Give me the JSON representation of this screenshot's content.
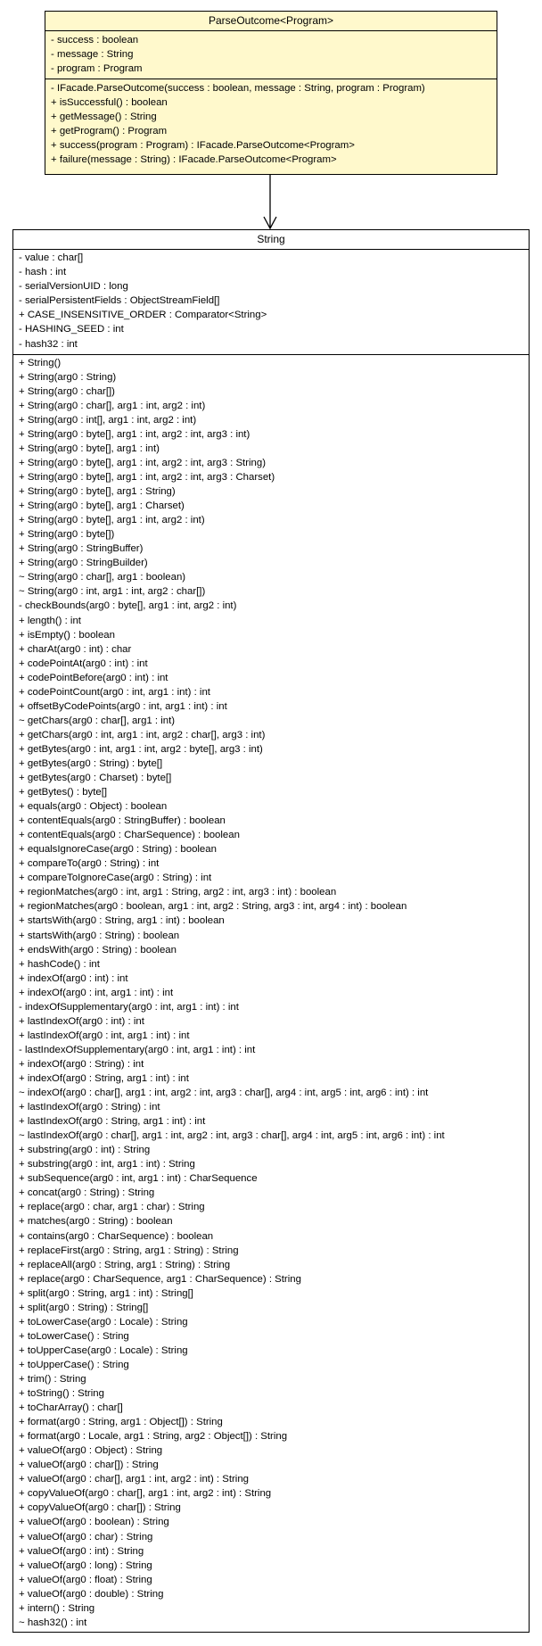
{
  "parse_outcome": {
    "title": "ParseOutcome<Program>",
    "fields": [
      "- success : boolean",
      "- message : String",
      "- program : Program"
    ],
    "methods": [
      "- IFacade.ParseOutcome(success : boolean, message : String, program : Program)",
      "+ isSuccessful() : boolean",
      "+ getMessage() : String",
      "+ getProgram() : Program",
      "+ success(program : Program) : IFacade.ParseOutcome<Program>",
      "+ failure(message : String) : IFacade.ParseOutcome<Program>"
    ]
  },
  "string_class": {
    "title": "String",
    "fields": [
      "- value : char[]",
      "- hash : int",
      "- serialVersionUID : long",
      "- serialPersistentFields : ObjectStreamField[]",
      "+ CASE_INSENSITIVE_ORDER : Comparator<String>",
      "- HASHING_SEED : int",
      "- hash32 : int"
    ],
    "methods": [
      "+ String()",
      "+ String(arg0 : String)",
      "+ String(arg0 : char[])",
      "+ String(arg0 : char[], arg1 : int, arg2 : int)",
      "+ String(arg0 : int[], arg1 : int, arg2 : int)",
      "+ String(arg0 : byte[], arg1 : int, arg2 : int, arg3 : int)",
      "+ String(arg0 : byte[], arg1 : int)",
      "+ String(arg0 : byte[], arg1 : int, arg2 : int, arg3 : String)",
      "+ String(arg0 : byte[], arg1 : int, arg2 : int, arg3 : Charset)",
      "+ String(arg0 : byte[], arg1 : String)",
      "+ String(arg0 : byte[], arg1 : Charset)",
      "+ String(arg0 : byte[], arg1 : int, arg2 : int)",
      "+ String(arg0 : byte[])",
      "+ String(arg0 : StringBuffer)",
      "+ String(arg0 : StringBuilder)",
      "~ String(arg0 : char[], arg1 : boolean)",
      "~ String(arg0 : int, arg1 : int, arg2 : char[])",
      "- checkBounds(arg0 : byte[], arg1 : int, arg2 : int)",
      "+ length() : int",
      "+ isEmpty() : boolean",
      "+ charAt(arg0 : int) : char",
      "+ codePointAt(arg0 : int) : int",
      "+ codePointBefore(arg0 : int) : int",
      "+ codePointCount(arg0 : int, arg1 : int) : int",
      "+ offsetByCodePoints(arg0 : int, arg1 : int) : int",
      "~ getChars(arg0 : char[], arg1 : int)",
      "+ getChars(arg0 : int, arg1 : int, arg2 : char[], arg3 : int)",
      "+ getBytes(arg0 : int, arg1 : int, arg2 : byte[], arg3 : int)",
      "+ getBytes(arg0 : String) : byte[]",
      "+ getBytes(arg0 : Charset) : byte[]",
      "+ getBytes() : byte[]",
      "+ equals(arg0 : Object) : boolean",
      "+ contentEquals(arg0 : StringBuffer) : boolean",
      "+ contentEquals(arg0 : CharSequence) : boolean",
      "+ equalsIgnoreCase(arg0 : String) : boolean",
      "+ compareTo(arg0 : String) : int",
      "+ compareToIgnoreCase(arg0 : String) : int",
      "+ regionMatches(arg0 : int, arg1 : String, arg2 : int, arg3 : int) : boolean",
      "+ regionMatches(arg0 : boolean, arg1 : int, arg2 : String, arg3 : int, arg4 : int) : boolean",
      "+ startsWith(arg0 : String, arg1 : int) : boolean",
      "+ startsWith(arg0 : String) : boolean",
      "+ endsWith(arg0 : String) : boolean",
      "+ hashCode() : int",
      "+ indexOf(arg0 : int) : int",
      "+ indexOf(arg0 : int, arg1 : int) : int",
      "- indexOfSupplementary(arg0 : int, arg1 : int) : int",
      "+ lastIndexOf(arg0 : int) : int",
      "+ lastIndexOf(arg0 : int, arg1 : int) : int",
      "- lastIndexOfSupplementary(arg0 : int, arg1 : int) : int",
      "+ indexOf(arg0 : String) : int",
      "+ indexOf(arg0 : String, arg1 : int) : int",
      "~ indexOf(arg0 : char[], arg1 : int, arg2 : int, arg3 : char[], arg4 : int, arg5 : int, arg6 : int) : int",
      "+ lastIndexOf(arg0 : String) : int",
      "+ lastIndexOf(arg0 : String, arg1 : int) : int",
      "~ lastIndexOf(arg0 : char[], arg1 : int, arg2 : int, arg3 : char[], arg4 : int, arg5 : int, arg6 : int) : int",
      "+ substring(arg0 : int) : String",
      "+ substring(arg0 : int, arg1 : int) : String",
      "+ subSequence(arg0 : int, arg1 : int) : CharSequence",
      "+ concat(arg0 : String) : String",
      "+ replace(arg0 : char, arg1 : char) : String",
      "+ matches(arg0 : String) : boolean",
      "+ contains(arg0 : CharSequence) : boolean",
      "+ replaceFirst(arg0 : String, arg1 : String) : String",
      "+ replaceAll(arg0 : String, arg1 : String) : String",
      "+ replace(arg0 : CharSequence, arg1 : CharSequence) : String",
      "+ split(arg0 : String, arg1 : int) : String[]",
      "+ split(arg0 : String) : String[]",
      "+ toLowerCase(arg0 : Locale) : String",
      "+ toLowerCase() : String",
      "+ toUpperCase(arg0 : Locale) : String",
      "+ toUpperCase() : String",
      "+ trim() : String",
      "+ toString() : String",
      "+ toCharArray() : char[]",
      "+ format(arg0 : String, arg1 : Object[]) : String",
      "+ format(arg0 : Locale, arg1 : String, arg2 : Object[]) : String",
      "+ valueOf(arg0 : Object) : String",
      "+ valueOf(arg0 : char[]) : String",
      "+ valueOf(arg0 : char[], arg1 : int, arg2 : int) : String",
      "+ copyValueOf(arg0 : char[], arg1 : int, arg2 : int) : String",
      "+ copyValueOf(arg0 : char[]) : String",
      "+ valueOf(arg0 : boolean) : String",
      "+ valueOf(arg0 : char) : String",
      "+ valueOf(arg0 : int) : String",
      "+ valueOf(arg0 : long) : String",
      "+ valueOf(arg0 : float) : String",
      "+ valueOf(arg0 : double) : String",
      "+ intern() : String",
      "~ hash32() : int"
    ]
  }
}
